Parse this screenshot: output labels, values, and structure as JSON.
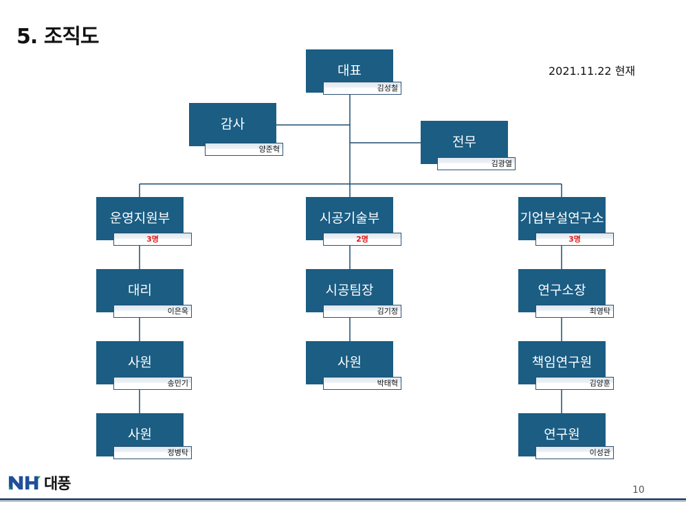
{
  "title": "5. 조직도",
  "date_label": "2021.11.22 현재",
  "page_number": "10",
  "logo": {
    "text": "대풍",
    "mark": "NH",
    "colors": {
      "blue": "#1f4f9a",
      "green": "#2aa24a"
    }
  },
  "colors": {
    "box": "#1b5d83",
    "line": "#1c4a6e",
    "count_text": "#e01b1b"
  },
  "nodes": {
    "ceo": {
      "title": "대표",
      "name": "김성철"
    },
    "auditor": {
      "title": "감사",
      "name": "양준혁"
    },
    "director": {
      "title": "전무",
      "name": "김광열"
    },
    "dept_ops": {
      "title": "운영지원부",
      "count": "3명"
    },
    "dept_con": {
      "title": "시공기술부",
      "count": "2명"
    },
    "dept_rnd": {
      "title": "기업부설연구소",
      "count": "3명"
    },
    "ops_1": {
      "title": "대리",
      "name": "이은옥"
    },
    "ops_2": {
      "title": "사원",
      "name": "송민기"
    },
    "ops_3": {
      "title": "사원",
      "name": "정병탁"
    },
    "con_1": {
      "title": "시공팀장",
      "name": "김기정"
    },
    "con_2": {
      "title": "사원",
      "name": "박태혁"
    },
    "rnd_1": {
      "title": "연구소장",
      "name": "최영탁"
    },
    "rnd_2": {
      "title": "책임연구원",
      "name": "김양훈"
    },
    "rnd_3": {
      "title": "연구원",
      "name": "이성관"
    }
  }
}
